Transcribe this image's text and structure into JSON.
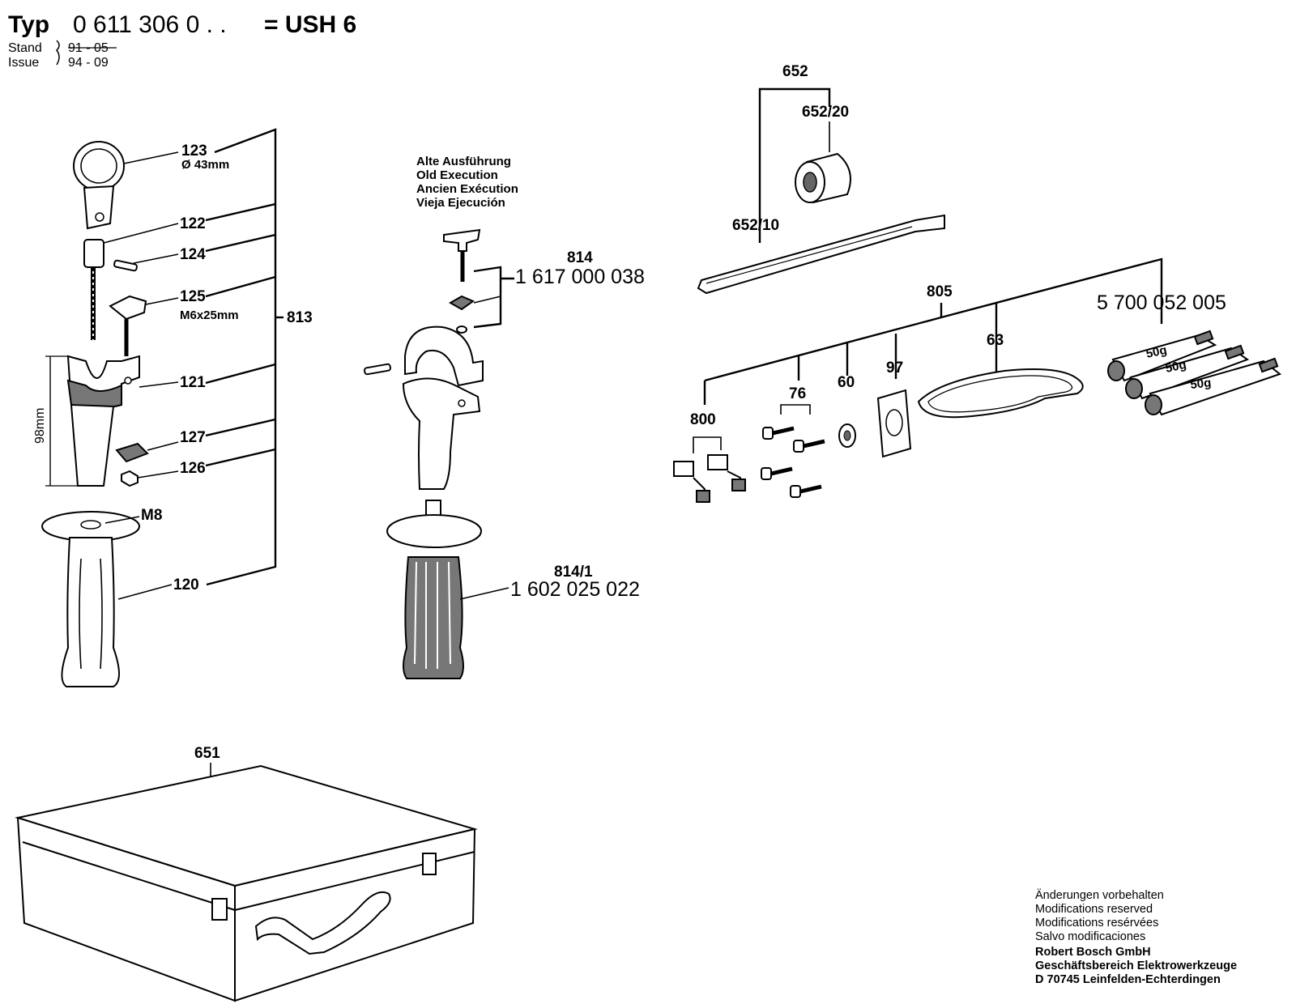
{
  "header": {
    "typ_label": "Typ",
    "type_number": "0 611 306 0 . .",
    "model": "= USH 6",
    "stand_label": "Stand",
    "issue_label": "Issue",
    "stand_date": "91 - 05",
    "issue_date": "94 - 09"
  },
  "labels": {
    "p123": "123",
    "dia43": "Ø 43mm",
    "p122": "122",
    "p124": "124",
    "p125": "125",
    "m6x25": "M6x25mm",
    "p813": "813",
    "p121": "121",
    "p127": "127",
    "p126": "126",
    "m8": "M8",
    "p120": "120",
    "dim98": "98mm",
    "p814": "814",
    "pn814": "1 617 000 038",
    "p814_1": "814/1",
    "pn814_1": "1 602 025 022",
    "p652": "652",
    "p652_20": "652/20",
    "p652_10": "652/10",
    "p805": "805",
    "pn805": "5 700 052 005",
    "p63": "63",
    "p97": "97",
    "p60": "60",
    "p76": "76",
    "p800": "800",
    "p651": "651",
    "tube1": "50g",
    "tube2": "50g",
    "tube3": "50g"
  },
  "old_execution": [
    "Alte Ausführung",
    "Old Execution",
    "Ancien Exécution",
    "Vieja Ejecución"
  ],
  "footer": {
    "lines": [
      "Änderungen vorbehalten",
      "Modifications reserved",
      "Modifications resérvées",
      "Salvo modificaciones"
    ],
    "company": "Robert Bosch GmbH",
    "division": "Geschäftsbereich Elektrowerkzeuge",
    "address": "D 70745 Leinfelden-Echterdingen"
  }
}
